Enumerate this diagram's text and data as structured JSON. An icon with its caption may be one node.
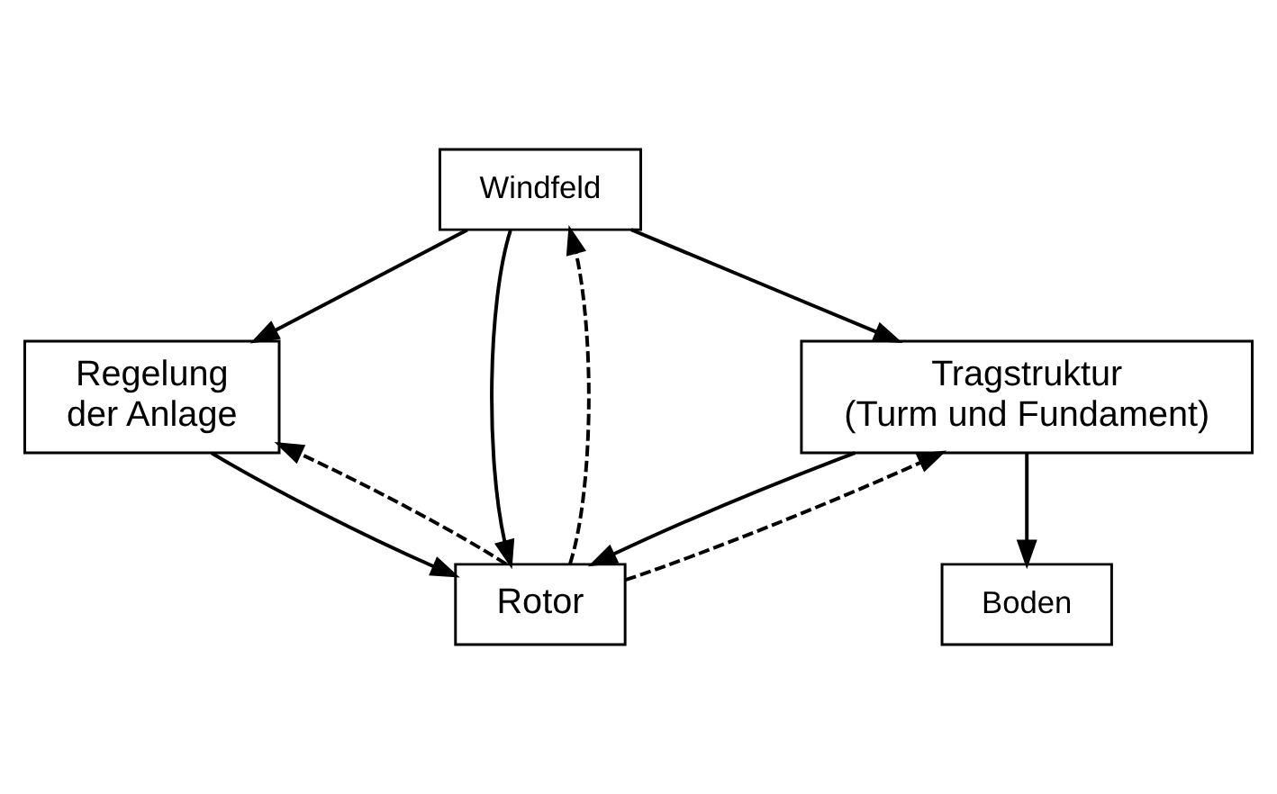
{
  "diagram": {
    "nodes": [
      {
        "text": [
          "Windfeld"
        ]
      },
      {
        "text": [
          "Regelung der Anlage"
        ]
      },
      {
        "text": [
          "Tragstruktur (Turm und Fundament)"
        ]
      },
      {
        "text": [
          "Rotor"
        ]
      },
      {
        "text": [
          "Boden"
        ]
      }
    ],
    "edges": [
      {
        "from": 0,
        "to": 1,
        "arrow": "to"
      },
      {
        "from": 0,
        "to": 2,
        "arrow": "to"
      },
      {
        "from": 3,
        "to": 0,
        "arrow": "to",
        "style": "dashed"
      },
      {
        "from": 0,
        "to": 3,
        "arrow": "to"
      },
      {
        "from": 3,
        "to": 1,
        "arrow": "to",
        "style": "dashed"
      },
      {
        "from": 1,
        "to": 3,
        "arrow": "to"
      },
      {
        "from": 2,
        "to": 3,
        "arrow": "to"
      },
      {
        "from": 3,
        "to": 2,
        "arrow": "to",
        "style": "dashed"
      },
      {
        "from": 2,
        "to": 4,
        "arrow": "to"
      }
    ]
  }
}
